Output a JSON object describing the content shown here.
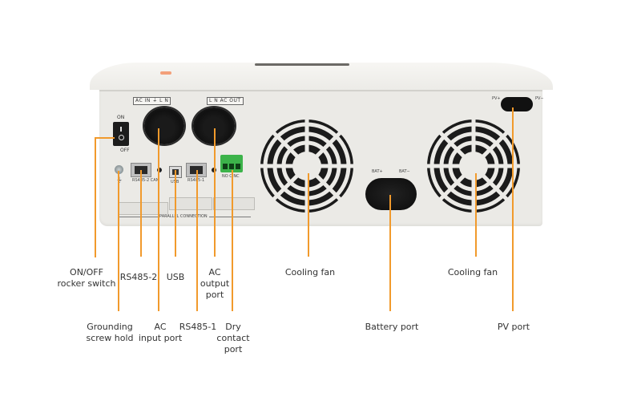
{
  "device": {
    "panel_labels": {
      "ac_in": "AC IN ⏚ L N",
      "ac_out": "L N AC OUT",
      "switch_on": "ON",
      "switch_off": "OFF",
      "rs485_2": "RS485-2 CAN",
      "usb": "USB",
      "rs485_1": "RS485-1",
      "dry_contact": "NO C NC",
      "parallel": "PARALLEL CONNECTION",
      "bat_pos": "BAT+",
      "bat_neg": "BAT−",
      "pv_pos": "PV+",
      "pv_neg": "PV−"
    }
  },
  "callouts": [
    {
      "id": "onoff",
      "text_line1": "ON/OFF",
      "text_line2": "rocker switch"
    },
    {
      "id": "grounding",
      "text_line1": "Grounding",
      "text_line2": "screw hold"
    },
    {
      "id": "rs485_2",
      "text_line1": "RS485-2"
    },
    {
      "id": "ac_input",
      "text_line1": "AC",
      "text_line2": "input port"
    },
    {
      "id": "usb",
      "text_line1": "USB"
    },
    {
      "id": "rs485_1",
      "text_line1": "RS485-1"
    },
    {
      "id": "ac_output",
      "text_line1": "AC",
      "text_line2": "output",
      "text_line3": "port"
    },
    {
      "id": "dry_contact",
      "text_line1": "Dry",
      "text_line2": "contact",
      "text_line3": "port"
    },
    {
      "id": "cooling_fan_1",
      "text_line1": "Cooling fan"
    },
    {
      "id": "battery",
      "text_line1": "Battery port"
    },
    {
      "id": "cooling_fan_2",
      "text_line1": "Cooling fan"
    },
    {
      "id": "pv",
      "text_line1": "PV port"
    }
  ],
  "colors": {
    "callout_line": "#f19a2c",
    "label_text": "#333333",
    "device_body": "#ebeae6"
  }
}
